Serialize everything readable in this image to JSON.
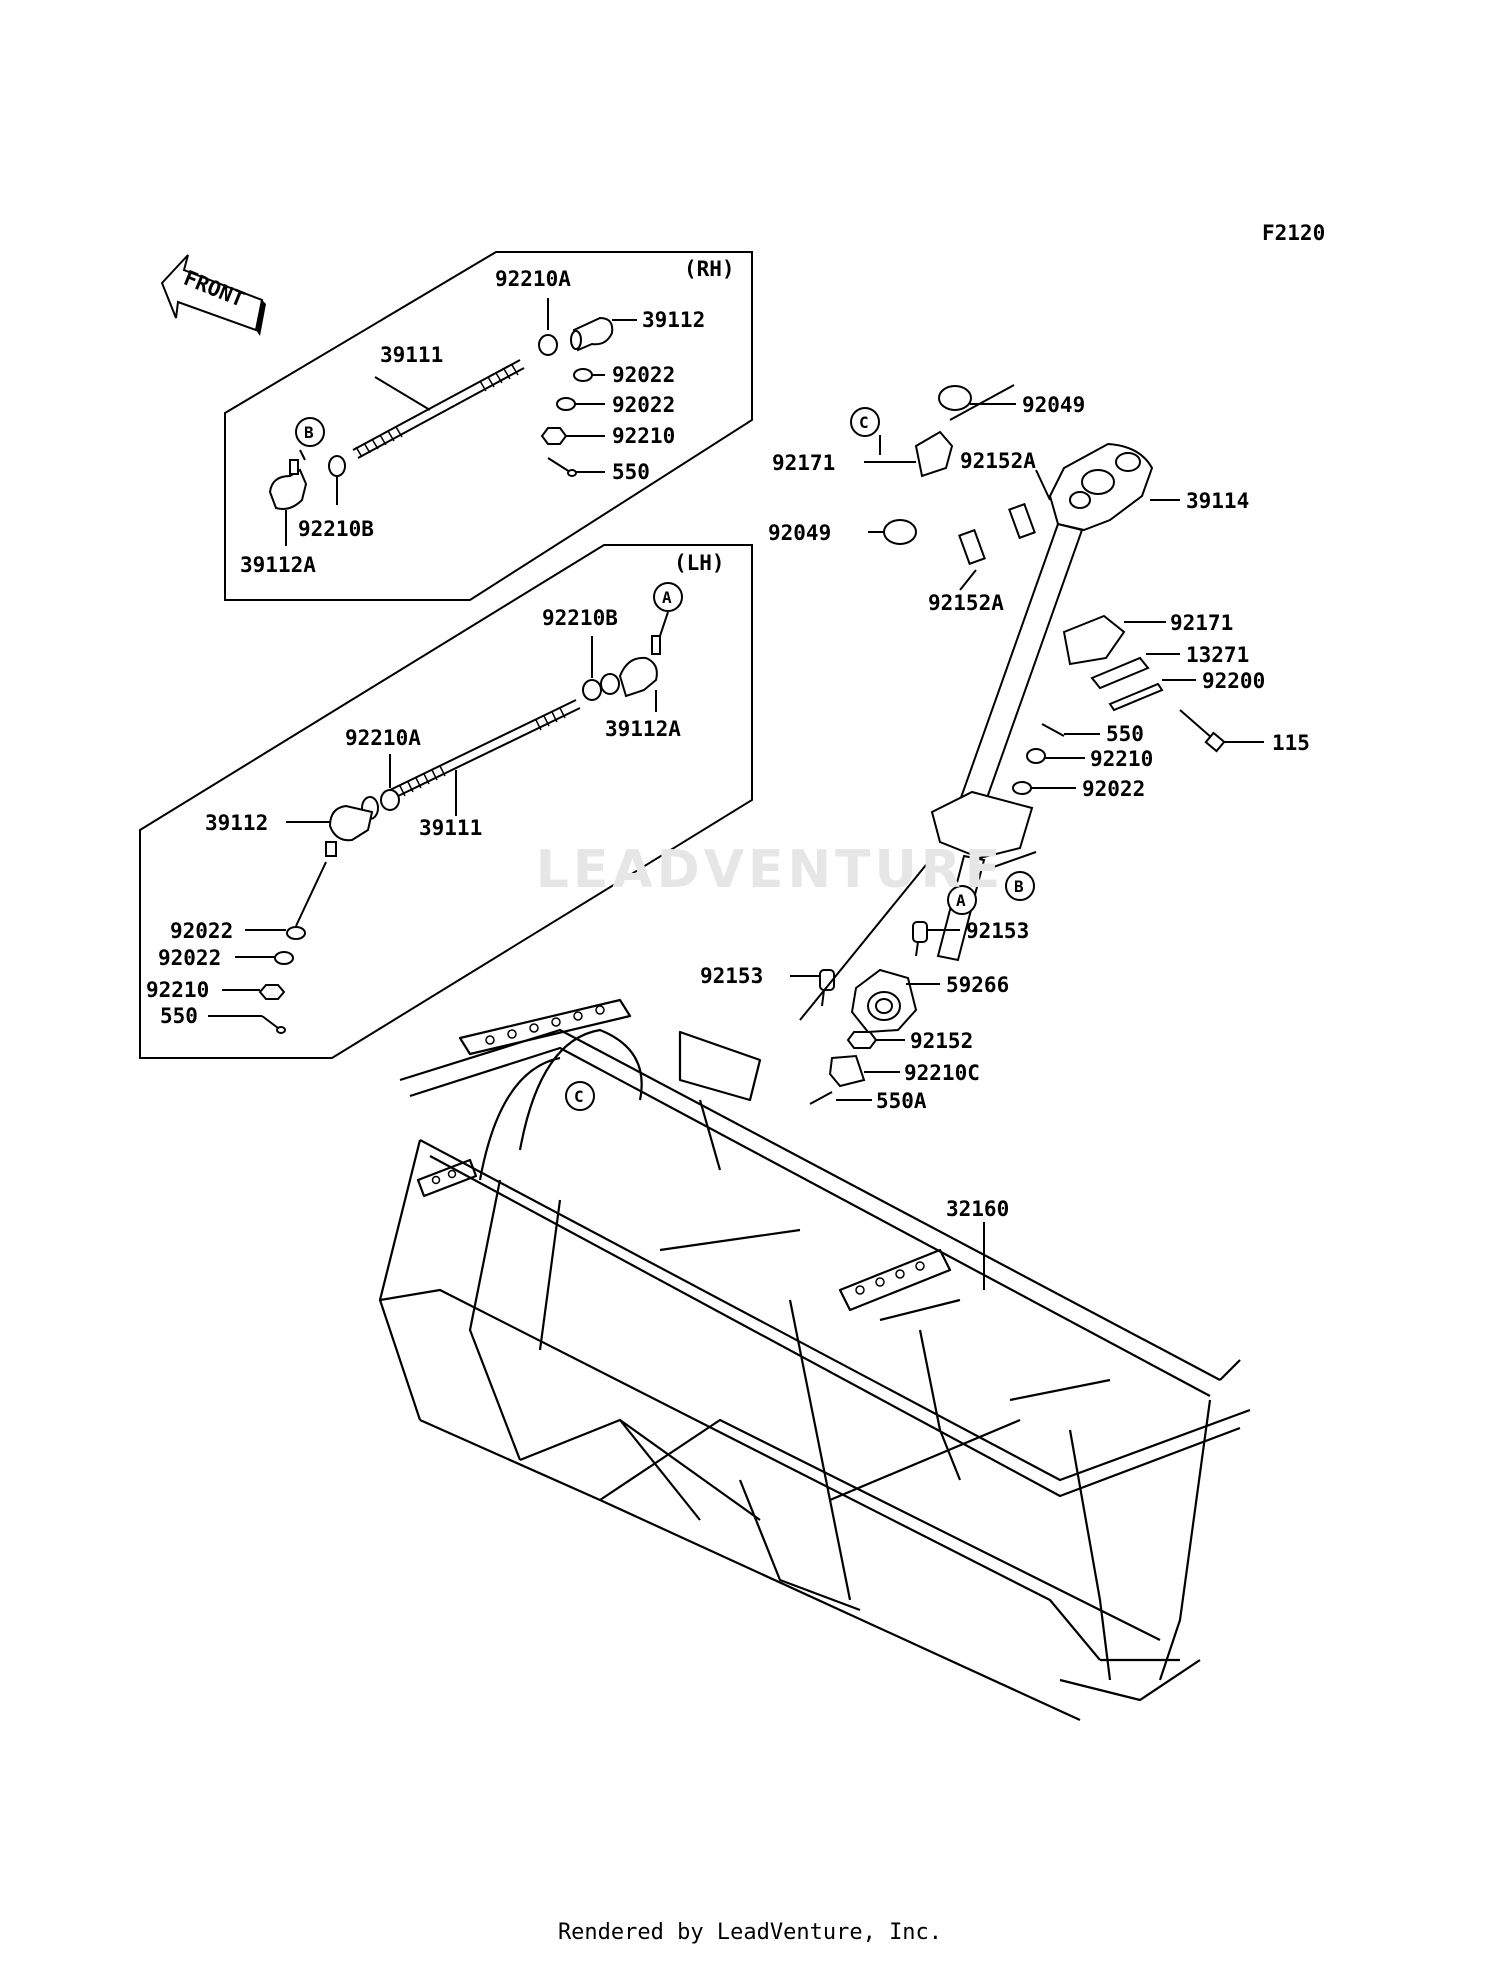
{
  "figure_code": "F2120",
  "front_label": "FRONT",
  "watermark": "LEADVENTURE",
  "credit": "Rendered by LeadVenture, Inc.",
  "groups": {
    "rh": "(RH)",
    "lh": "(LH)"
  },
  "refs": {
    "a": "A",
    "b": "B",
    "c": "C"
  },
  "callouts": {
    "rh_92210A": "92210A",
    "rh_39112": "39112",
    "rh_39111": "39111",
    "rh_92022_1": "92022",
    "rh_92022_2": "92022",
    "rh_92210": "92210",
    "rh_550": "550",
    "rh_92210B": "92210B",
    "rh_39112A": "39112A",
    "lh_92210B": "92210B",
    "lh_39112A": "39112A",
    "lh_92210A": "92210A",
    "lh_39112": "39112",
    "lh_39111": "39111",
    "lh_92022_1": "92022",
    "lh_92022_2": "92022",
    "lh_92210": "92210",
    "lh_550": "550",
    "c_92049_top": "92049",
    "c_92171_l": "92171",
    "c_92152A_t": "92152A",
    "c_39114": "39114",
    "c_92049_bot": "92049",
    "c_92152A_b": "92152A",
    "c_92171_r": "92171",
    "c_13271": "13271",
    "c_92200": "92200",
    "c_550": "550",
    "c_115": "115",
    "c_92210": "92210",
    "c_92022": "92022",
    "c_92153_r": "92153",
    "c_92153_l": "92153",
    "c_59266": "59266",
    "c_92152": "92152",
    "c_92210C": "92210C",
    "c_550A": "550A",
    "c_32160": "32160"
  }
}
